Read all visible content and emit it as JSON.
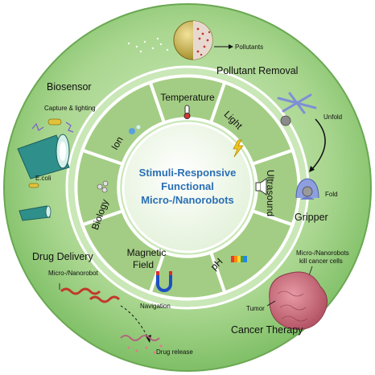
{
  "center": {
    "line1": "Stimuli-Responsive",
    "line2": "Functional",
    "line3": "Micro-/Nanorobots"
  },
  "stimuli": {
    "temperature": "Temperature",
    "light": "Light",
    "ultrasound": "Ultrasound",
    "ph": "pH",
    "magnetic_line1": "Magnetic",
    "magnetic_line2": "Field",
    "biology": "Biology",
    "ion": "Ion"
  },
  "applications": {
    "pollutant_removal": "Pollutant Removal",
    "pollutants": "Pollutants",
    "biosensor": "Biosensor",
    "capture_lighting": "Capture & lighting",
    "ecoli": "E.coli",
    "gripper": "Gripper",
    "unfold": "Unfold",
    "fold": "Fold",
    "drug_delivery": "Drug Delivery",
    "micro_nanorobot": "Micro-/Nanorobot",
    "navigation": "Navigation",
    "drug_release": "Drug release",
    "cancer_therapy": "Cancer Therapy",
    "kill_line1": "Micro-/Nanorobots",
    "kill_line2": "kill cancer cells",
    "tumor": "Tumor"
  },
  "colors": {
    "outer_ring": "#9ccf86",
    "inner_disc": "#c8e8b6",
    "segment": "#a8d08a",
    "center_text": "#2a6fb5"
  }
}
